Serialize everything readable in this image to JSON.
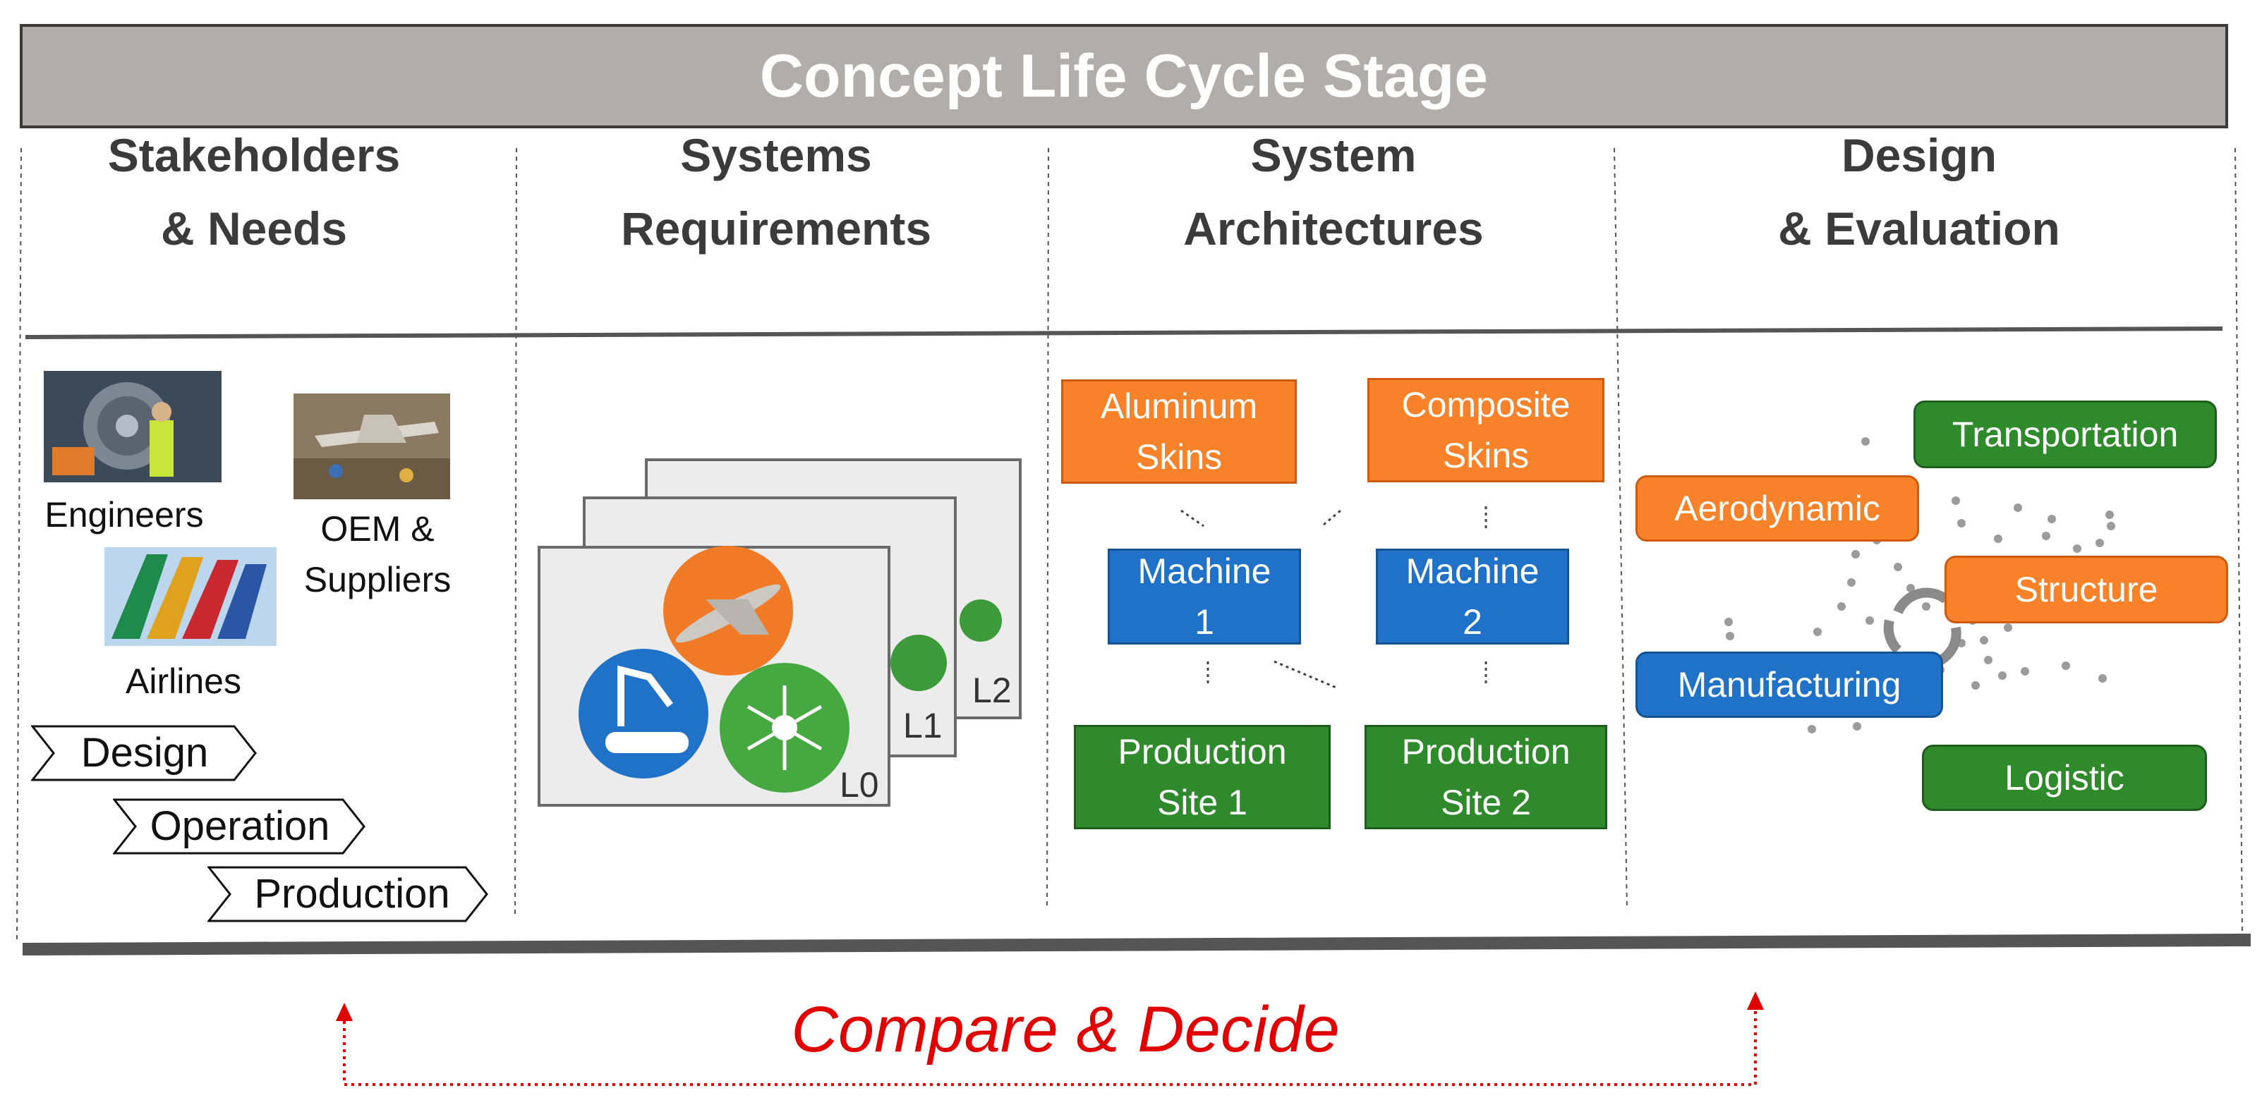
{
  "title": "Concept Life Cycle Stage",
  "columns": [
    {
      "line1": "Stakeholders",
      "line2": "& Needs"
    },
    {
      "line1": "Systems",
      "line2": "Requirements"
    },
    {
      "line1": "System",
      "line2": "Architectures"
    },
    {
      "line1": "Design",
      "line2": "& Evaluation"
    }
  ],
  "stakeholders": {
    "engineers": "Engineers",
    "oem_line1": "OEM &",
    "oem_line2": "Suppliers",
    "airlines": "Airlines"
  },
  "chevrons": [
    "Design",
    "Operation",
    "Production"
  ],
  "requirement_levels": [
    "L0",
    "L1",
    "L2"
  ],
  "architectures": {
    "aluminum_line1": "Aluminum",
    "aluminum_line2": "Skins",
    "composite_line1": "Composite",
    "composite_line2": "Skins",
    "machine1_line1": "Machine",
    "machine1_line2": "1",
    "machine2_line1": "Machine",
    "machine2_line2": "2",
    "site1_line1": "Production",
    "site1_line2": "Site 1",
    "site2_line1": "Production",
    "site2_line2": "Site 2"
  },
  "evaluation": {
    "transportation": "Transportation",
    "aerodynamic": "Aerodynamic",
    "structure": "Structure",
    "manufacturing": "Manufacturing",
    "logistic": "Logistic"
  },
  "footer": "Compare & Decide",
  "colors": {
    "orange": "#f7822a",
    "blue": "#1f72c8",
    "green": "#2f8a2c",
    "banner": "#b1adab",
    "decision": "#e00000"
  }
}
